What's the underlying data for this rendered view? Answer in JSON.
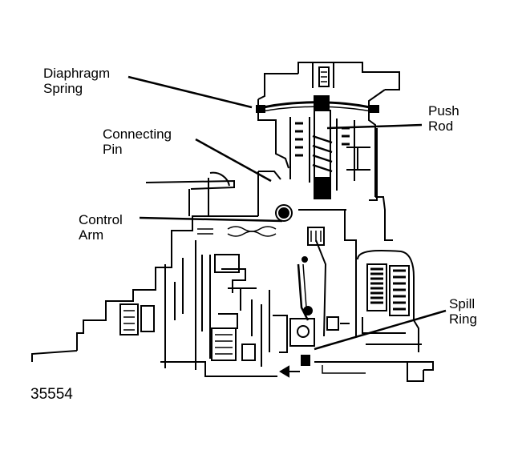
{
  "figure_number": "35554",
  "labels": {
    "diaphragm_spring": [
      "Diaphragm",
      "Spring"
    ],
    "connecting_pin": [
      "Connecting",
      "Pin"
    ],
    "control_arm": [
      "Control",
      "Arm"
    ],
    "push_rod": [
      "Push",
      "Rod"
    ],
    "spill_ring": [
      "Spill",
      "Ring"
    ]
  },
  "colors": {
    "ink": "#000000",
    "paper": "#ffffff"
  }
}
